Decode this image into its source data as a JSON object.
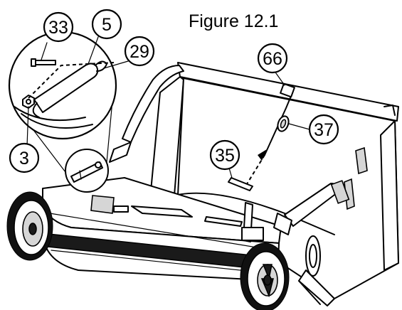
{
  "figure": {
    "title": "Figure 12.1"
  },
  "callouts": {
    "c33": "33",
    "c5": "5",
    "c29": "29",
    "c3": "3",
    "c66": "66",
    "c37": "37",
    "c35": "35"
  },
  "icons": [
    "lawn-sweeper-illustration",
    "magnified-detail-circle",
    "dashed-assembly-arrow"
  ]
}
